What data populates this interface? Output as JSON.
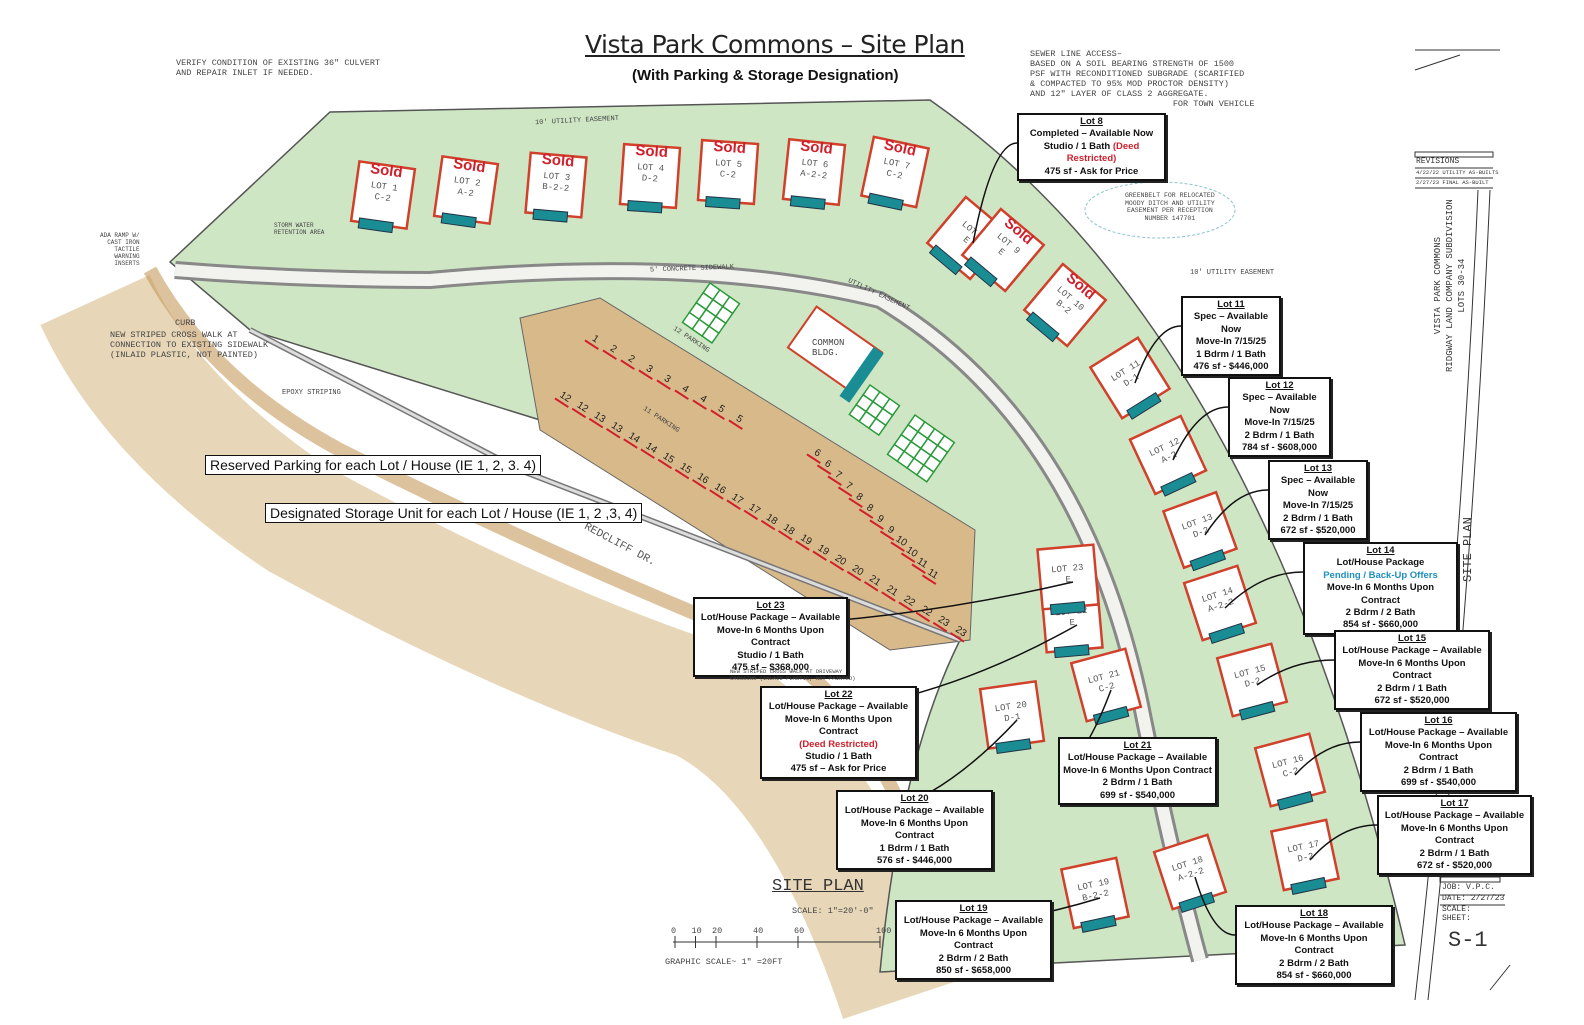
{
  "header": {
    "title": "Vista Park Commons – Site Plan",
    "subtitle": "(With Parking & Storage Designation)"
  },
  "notes": {
    "culvert": "VERIFY CONDITION OF EXISTING 36\" CULVERT\nAND REPAIR INLET IF NEEDED.",
    "sewer": "SEWER LINE ACCESS–\nBASED ON A SOIL BEARING STRENGTH OF 1500\nPSF WITH RECONDITIONED SUBGRADE (SCARIFIED\n& COMPACTED TO 95% MOD PROCTOR DENSITY)\nAND 12\" LAYER OF CLASS 2 AGGREGATE.\n                            FOR TOWN VEHICLE",
    "greenbelt": "GREENBELT FOR RELOCATED\nMOODY DITCH AND UTILITY\nEASEMENT PER RECEPTION\nNUMBER 147701",
    "crosswalk": "NEW STRIPED CROSS WALK AT\nCONNECTION TO EXISTING SIDEWALK\n(INLAID PLASTIC, NOT PAINTED)",
    "curb": "CURB",
    "epoxy": "EPOXY STRIPING",
    "ada_ramp": "ADA RAMP w/\nCAST IRON\nTACTILE\nWARNING\nINSERTS",
    "storm": "STORM WATER\nRETENTION AREA",
    "utility_easement_top": "10' UTILITY EASEMENT",
    "utility_easement_right": "10' UTILITY EASEMENT",
    "utility_easement": "UTILITY EASEMENT",
    "sidewalk": "5' CONCRETE SIDEWALK",
    "road": "REDCLIFF DR.",
    "common_bldg": "COMMON\nBLDG.",
    "parking_12": "12 PARKING",
    "parking_11": "11 PARKING",
    "crosswalk_drive": "NEW STRIPED CROSS WALK AT DRIVEWAY\nCROSSING (INLAID PLASTIC, NOT PAINTED)"
  },
  "annotations": {
    "reserved_parking": "Reserved Parking for each Lot / House (IE 1, 2, 3. 4)",
    "storage_unit": "Designated Storage Unit for each Lot / House (IE 1, 2 ,3, 4)"
  },
  "colors": {
    "sold": "#d0202c",
    "pending": "#1f8fc0",
    "deed": "#d0202c",
    "garage": "#1a8c94",
    "lot_outline": "#d0402a",
    "storage": "#2a9a3a"
  },
  "lots": [
    {
      "id": "1",
      "name": "LOT 1",
      "type": "C-2",
      "sold": "Sold"
    },
    {
      "id": "2",
      "name": "LOT 2",
      "type": "A-2",
      "sold": "Sold"
    },
    {
      "id": "3",
      "name": "LOT 3",
      "type": "B-2-2",
      "sold": "Sold"
    },
    {
      "id": "4",
      "name": "LOT 4",
      "type": "D-2",
      "sold": "Sold"
    },
    {
      "id": "5",
      "name": "LOT 5",
      "type": "C-2",
      "sold": "Sold"
    },
    {
      "id": "6",
      "name": "LOT 6",
      "type": "A-2-2",
      "sold": "Sold"
    },
    {
      "id": "7",
      "name": "LOT 7",
      "type": "C-2",
      "sold": "Sold"
    },
    {
      "id": "8",
      "name": "LOT 8",
      "type": "E",
      "sold": ""
    },
    {
      "id": "9",
      "name": "LOT 9",
      "type": "E",
      "sold": "Sold"
    },
    {
      "id": "10",
      "name": "LOT 10",
      "type": "B-2",
      "sold": "Sold"
    },
    {
      "id": "11",
      "name": "LOT 11",
      "type": "D-1",
      "sold": ""
    },
    {
      "id": "12",
      "name": "LOT 12",
      "type": "A-2",
      "sold": ""
    },
    {
      "id": "13",
      "name": "LOT 13",
      "type": "D-2",
      "sold": ""
    },
    {
      "id": "14",
      "name": "LOT 14",
      "type": "A-2-2",
      "sold": ""
    },
    {
      "id": "15",
      "name": "LOT 15",
      "type": "D-2",
      "sold": ""
    },
    {
      "id": "16",
      "name": "LOT 16",
      "type": "C-2",
      "sold": ""
    },
    {
      "id": "17",
      "name": "LOT 17",
      "type": "D-2",
      "sold": ""
    },
    {
      "id": "18",
      "name": "LOT 18",
      "type": "A-2-2",
      "sold": ""
    },
    {
      "id": "19",
      "name": "LOT 19",
      "type": "B-2-2",
      "sold": ""
    },
    {
      "id": "20",
      "name": "LOT 20",
      "type": "D-1",
      "sold": ""
    },
    {
      "id": "21",
      "name": "LOT 21",
      "type": "C-2",
      "sold": ""
    },
    {
      "id": "22",
      "name": "LOT 22",
      "type": "E",
      "sold": ""
    },
    {
      "id": "23",
      "name": "LOT 23",
      "type": "E",
      "sold": ""
    }
  ],
  "callouts": [
    {
      "lot": "8",
      "title": "Lot 8",
      "lines": [
        [
          {
            "t": "Completed – Available Now"
          }
        ],
        [
          {
            "t": "Studio / 1 Bath "
          },
          {
            "t": "(Deed Restricted)",
            "c": "deed"
          }
        ],
        [
          {
            "t": "475 sf - Ask for Price"
          }
        ]
      ]
    },
    {
      "lot": "11",
      "title": "Lot 11",
      "lines": [
        [
          {
            "t": "Spec – Available Now"
          }
        ],
        [
          {
            "t": "Move-In 7/15/25"
          }
        ],
        [
          {
            "t": "1 Bdrm / 1 Bath"
          }
        ],
        [
          {
            "t": "476 sf - $446,000"
          }
        ]
      ]
    },
    {
      "lot": "12",
      "title": "Lot 12",
      "lines": [
        [
          {
            "t": "Spec – Available Now"
          }
        ],
        [
          {
            "t": "Move-In 7/15/25"
          }
        ],
        [
          {
            "t": "2 Bdrm / 1 Bath"
          }
        ],
        [
          {
            "t": "784 sf - $608,000"
          }
        ]
      ]
    },
    {
      "lot": "13",
      "title": "Lot 13",
      "lines": [
        [
          {
            "t": "Spec – Available Now"
          }
        ],
        [
          {
            "t": "Move-In 7/15/25"
          }
        ],
        [
          {
            "t": "2 Bdrm / 1 Bath"
          }
        ],
        [
          {
            "t": "672 sf - $520,000"
          }
        ]
      ]
    },
    {
      "lot": "14",
      "title": "Lot 14",
      "lines": [
        [
          {
            "t": "Lot/House Package"
          }
        ],
        [
          {
            "t": "Pending / Back-Up Offers",
            "c": "pending"
          }
        ],
        [
          {
            "t": "Move-In 6 Months Upon Contract"
          }
        ],
        [
          {
            "t": "2 Bdrm / 2 Bath"
          }
        ],
        [
          {
            "t": "854 sf - $660,000"
          }
        ]
      ]
    },
    {
      "lot": "15",
      "title": "Lot 15",
      "lines": [
        [
          {
            "t": "Lot/House Package – Available"
          }
        ],
        [
          {
            "t": "Move-In 6 Months Upon Contract"
          }
        ],
        [
          {
            "t": "2 Bdrm / 1 Bath"
          }
        ],
        [
          {
            "t": "672 sf - $520,000"
          }
        ]
      ]
    },
    {
      "lot": "16",
      "title": "Lot 16",
      "lines": [
        [
          {
            "t": "Lot/House Package – Available"
          }
        ],
        [
          {
            "t": "Move-In 6 Months Upon Contract"
          }
        ],
        [
          {
            "t": "2 Bdrm / 1 Bath"
          }
        ],
        [
          {
            "t": "699 sf - $540,000"
          }
        ]
      ]
    },
    {
      "lot": "17",
      "title": "Lot 17",
      "lines": [
        [
          {
            "t": "Lot/House Package – Available"
          }
        ],
        [
          {
            "t": "Move-In 6 Months Upon Contract"
          }
        ],
        [
          {
            "t": "2 Bdrm / 1 Bath"
          }
        ],
        [
          {
            "t": "672 sf - $520,000"
          }
        ]
      ]
    },
    {
      "lot": "18",
      "title": "Lot 18",
      "lines": [
        [
          {
            "t": "Lot/House Package – Available"
          }
        ],
        [
          {
            "t": "Move-In 6 Months Upon Contract"
          }
        ],
        [
          {
            "t": "2 Bdrm / 2 Bath"
          }
        ],
        [
          {
            "t": "854 sf - $660,000"
          }
        ]
      ]
    },
    {
      "lot": "19",
      "title": "Lot 19",
      "lines": [
        [
          {
            "t": "Lot/House Package – Available"
          }
        ],
        [
          {
            "t": "Move-In 6 Months Upon Contract"
          }
        ],
        [
          {
            "t": "2 Bdrm / 2 Bath"
          }
        ],
        [
          {
            "t": "850 sf - $658,000"
          }
        ]
      ]
    },
    {
      "lot": "20",
      "title": "Lot 20",
      "lines": [
        [
          {
            "t": "Lot/House Package – Available"
          }
        ],
        [
          {
            "t": "Move-In 6 Months Upon Contract"
          }
        ],
        [
          {
            "t": "1 Bdrm / 1 Bath"
          }
        ],
        [
          {
            "t": "576 sf - $446,000"
          }
        ]
      ]
    },
    {
      "lot": "21",
      "title": "Lot 21",
      "lines": [
        [
          {
            "t": "Lot/House Package – Available"
          }
        ],
        [
          {
            "t": "Move-In 6 Months Upon Contract"
          }
        ],
        [
          {
            "t": "2 Bdrm / 1 Bath"
          }
        ],
        [
          {
            "t": "699 sf - $540,000"
          }
        ]
      ]
    },
    {
      "lot": "22",
      "title": "Lot 22",
      "lines": [
        [
          {
            "t": "Lot/House Package – Available"
          }
        ],
        [
          {
            "t": "Move-In 6 Months Upon Contract"
          }
        ],
        [
          {
            "t": "(Deed Restricted)",
            "c": "deed"
          }
        ],
        [
          {
            "t": "Studio / 1 Bath"
          }
        ],
        [
          {
            "t": "475 sf – Ask for Price"
          }
        ]
      ]
    },
    {
      "lot": "23",
      "title": "Lot 23",
      "lines": [
        [
          {
            "t": "Lot/House Package – Available"
          }
        ],
        [
          {
            "t": "Move-In 6 Months Upon Contract"
          }
        ],
        [
          {
            "t": "Studio / 1 Bath"
          }
        ],
        [
          {
            "t": "475 sf – $368,000"
          }
        ]
      ]
    }
  ],
  "parking_stalls": [
    "1",
    "2",
    "2",
    "3",
    "3",
    "4",
    "4",
    "5",
    "5",
    "12",
    "12",
    "13",
    "13",
    "14",
    "14",
    "15",
    "15",
    "16",
    "16",
    "17",
    "17",
    "18",
    "18",
    "19",
    "19",
    "20",
    "20",
    "21",
    "21",
    "22",
    "22",
    "23",
    "23",
    "6",
    "6",
    "7",
    "7",
    "8",
    "8",
    "9",
    "9",
    "10",
    "10",
    "11",
    "11"
  ],
  "site_plan": {
    "label": "SITE PLAN",
    "scale": "SCALE: 1\"=20'-0\"",
    "graphic_scale": "GRAPHIC SCALE~ 1\" =20FT",
    "scale_ticks": [
      "0",
      "10",
      "20",
      "40",
      "60",
      "100"
    ]
  },
  "title_block": {
    "project": "VISTA PARK COMMONS",
    "subdivision": "RIDGWAY LAND COMPANY SUBDIVISION",
    "lots": "LOTS 30-34",
    "sheet_title": "SITE PLAN",
    "revisions_label": "REVISIONS",
    "revisions": [
      "4/22/22 UTILITY AS-BUILTS",
      "2/27/23 FINAL AS-BUILT"
    ],
    "job": "JOB: V.P.C.",
    "date": "DATE: 2/27/23",
    "scale": "SCALE:",
    "sheet": "SHEET:",
    "sheet_number": "S-1"
  }
}
